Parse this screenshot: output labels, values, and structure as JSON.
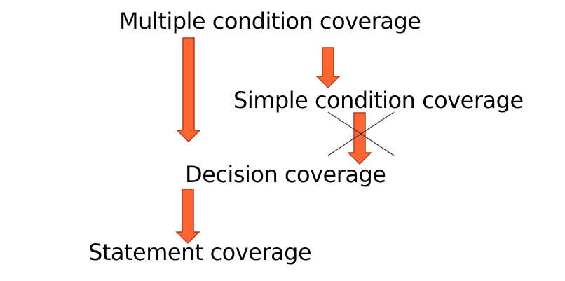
{
  "diagram": {
    "nodes": {
      "multiple_condition": "Multiple condition coverage",
      "simple_condition": "Simple condition coverage",
      "decision": "Decision coverage",
      "statement": "Statement coverage"
    },
    "relations": [
      {
        "from": "multiple_condition",
        "to": "decision",
        "type": "subsumes",
        "negated": false
      },
      {
        "from": "multiple_condition",
        "to": "simple_condition",
        "type": "subsumes",
        "negated": false
      },
      {
        "from": "simple_condition",
        "to": "decision",
        "type": "subsumes",
        "negated": true
      },
      {
        "from": "decision",
        "to": "statement",
        "type": "subsumes",
        "negated": false
      }
    ]
  },
  "colors": {
    "arrow_fill": "#ff6633",
    "arrow_stroke": "#b23a14",
    "cross_stroke": "#333333",
    "text": "#000000",
    "background": "#ffffff"
  }
}
